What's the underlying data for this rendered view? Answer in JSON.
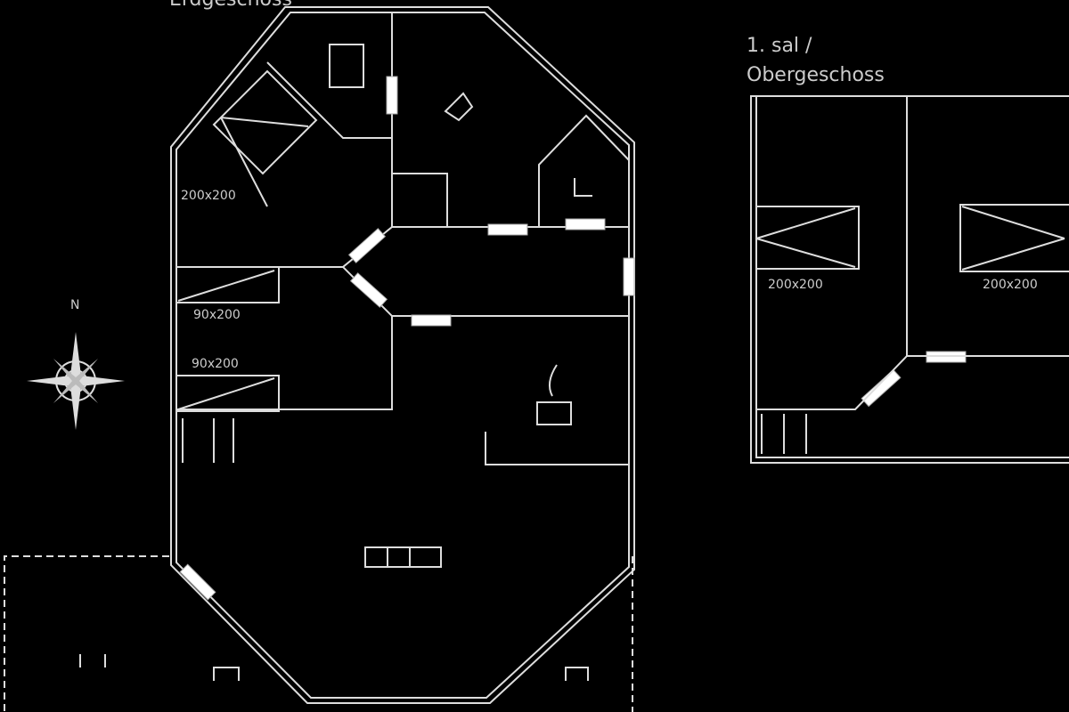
{
  "ground_floor": {
    "title": "Erdgeschoss",
    "bed_labels": [
      "200x200",
      "90x200",
      "90x200"
    ]
  },
  "upper_floor": {
    "title_line1": "1. sal /",
    "title_line2": "Obergeschoss",
    "bed_labels": [
      "200x200",
      "200x200"
    ]
  },
  "compass": {
    "north_label": "N"
  }
}
